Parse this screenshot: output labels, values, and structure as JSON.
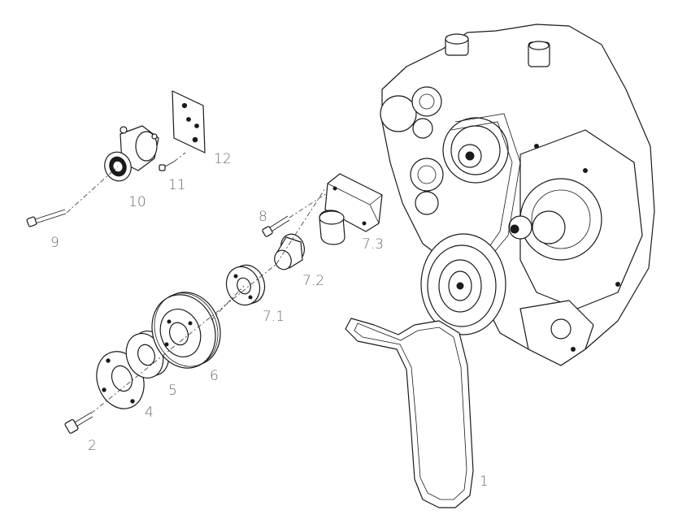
{
  "labels": {
    "belt": "1",
    "bolt": "2",
    "flange": "4",
    "hub": "5",
    "crank_pulley": "6",
    "adapter_flange": "7.1",
    "spacer": "7.2",
    "bracket_housing": "7.3",
    "bracket_bolt": "8",
    "tensioner_bolt": "9",
    "tensioner": "10",
    "tensioner_screw": "11",
    "tensioner_plate": "12"
  }
}
